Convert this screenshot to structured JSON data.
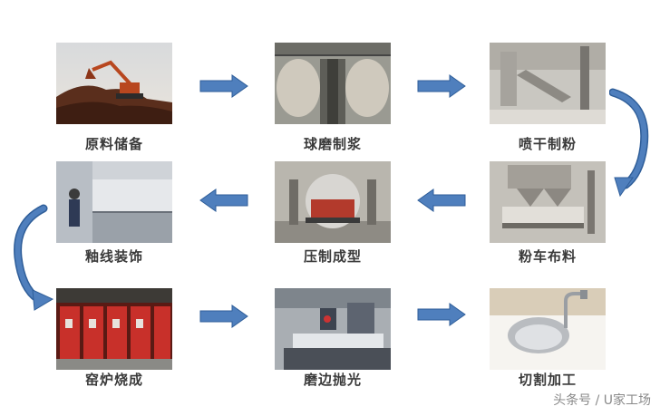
{
  "steps": [
    {
      "label": "原料储备"
    },
    {
      "label": "球磨制浆"
    },
    {
      "label": "喷干制粉"
    },
    {
      "label": "粉车布料"
    },
    {
      "label": "压制成型"
    },
    {
      "label": "釉线装饰"
    },
    {
      "label": "窑炉烧成"
    },
    {
      "label": "磨边抛光"
    },
    {
      "label": "切割加工"
    }
  ],
  "watermark": "头条号 / U家工场",
  "colors": {
    "arrow_fill": "#4f7fbd",
    "arrow_stroke": "#2f5e99",
    "label": "#3a3a3a"
  }
}
